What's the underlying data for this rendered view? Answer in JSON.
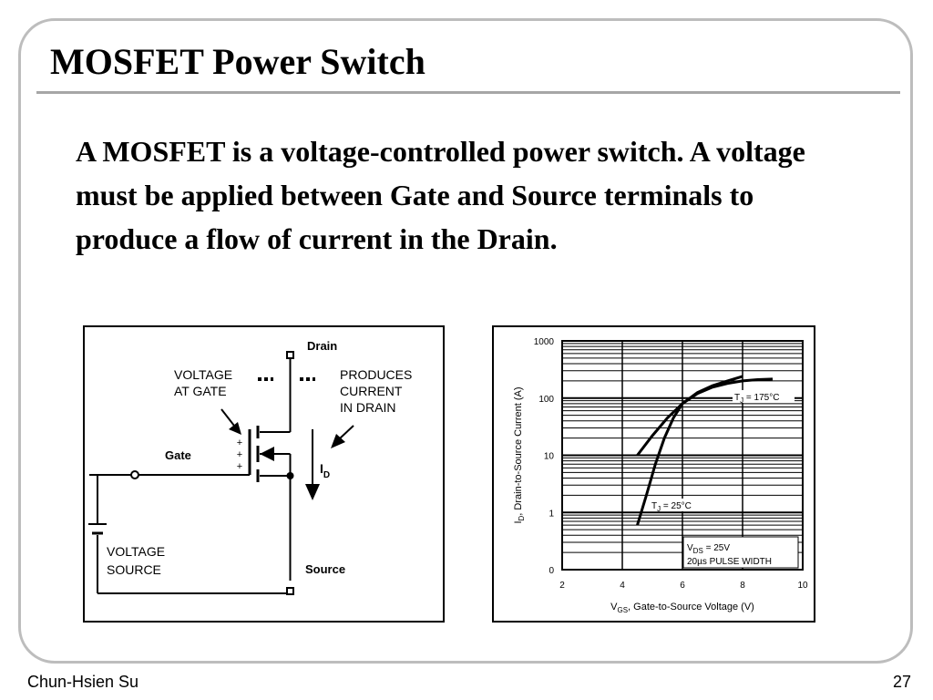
{
  "slide": {
    "title": "MOSFET Power Switch",
    "body": "A MOSFET is a voltage-controlled power switch. A voltage must be applied between Gate and Source terminals to produce a flow of current in the Drain.",
    "footer_author": "Chun-Hsien Su",
    "page_number": "27"
  },
  "circuit": {
    "drain_label": "Drain",
    "gate_label": "Gate",
    "source_label": "Source",
    "voltage_at_gate_line1": "VOLTAGE",
    "voltage_at_gate_line2": "AT GATE",
    "produces_line1": "PRODUCES",
    "produces_line2": "CURRENT",
    "produces_line3": "IN DRAIN",
    "voltage_source_line1": "VOLTAGE",
    "voltage_source_line2": "SOURCE",
    "current_symbol": "I",
    "current_subscript": "D",
    "plus_sign": "+"
  },
  "chart_data": {
    "type": "line",
    "xscale": "linear",
    "yscale": "log",
    "xlim": [
      2,
      10
    ],
    "ylim_decades": [
      0,
      1000
    ],
    "x_ticks": [
      "2",
      "4",
      "6",
      "8",
      "10"
    ],
    "y_ticks": [
      "0",
      "1",
      "10",
      "100",
      "1000"
    ],
    "xlabel_prefix": "V",
    "xlabel_sub": "GS",
    "xlabel_suffix": ", Gate-to-Source Voltage (V)",
    "ylabel_prefix": "I",
    "ylabel_sub": "D",
    "ylabel_suffix": ", Drain-to-Source Current (A)",
    "grid": true,
    "annotation_line1": "V",
    "annotation_line1_sub": "DS",
    "annotation_line1_suffix": " = 25V",
    "annotation_line2": "20µs PULSE WIDTH",
    "series": [
      {
        "name_prefix": "T",
        "name_sub": "J",
        "name_suffix": " = 175°C",
        "x": [
          4.5,
          5.0,
          5.5,
          6.0,
          6.5,
          7.0,
          7.5,
          8.0,
          8.5,
          9.0
        ],
        "y": [
          10,
          22,
          45,
          80,
          120,
          155,
          180,
          200,
          210,
          215
        ]
      },
      {
        "name_prefix": "T",
        "name_sub": "J",
        "name_suffix": " = 25°C",
        "x": [
          4.5,
          4.8,
          5.1,
          5.4,
          5.7,
          6.0,
          6.5,
          7.0,
          7.5,
          8.0
        ],
        "y": [
          0.6,
          2,
          7,
          20,
          45,
          80,
          125,
          165,
          200,
          240
        ]
      }
    ]
  }
}
